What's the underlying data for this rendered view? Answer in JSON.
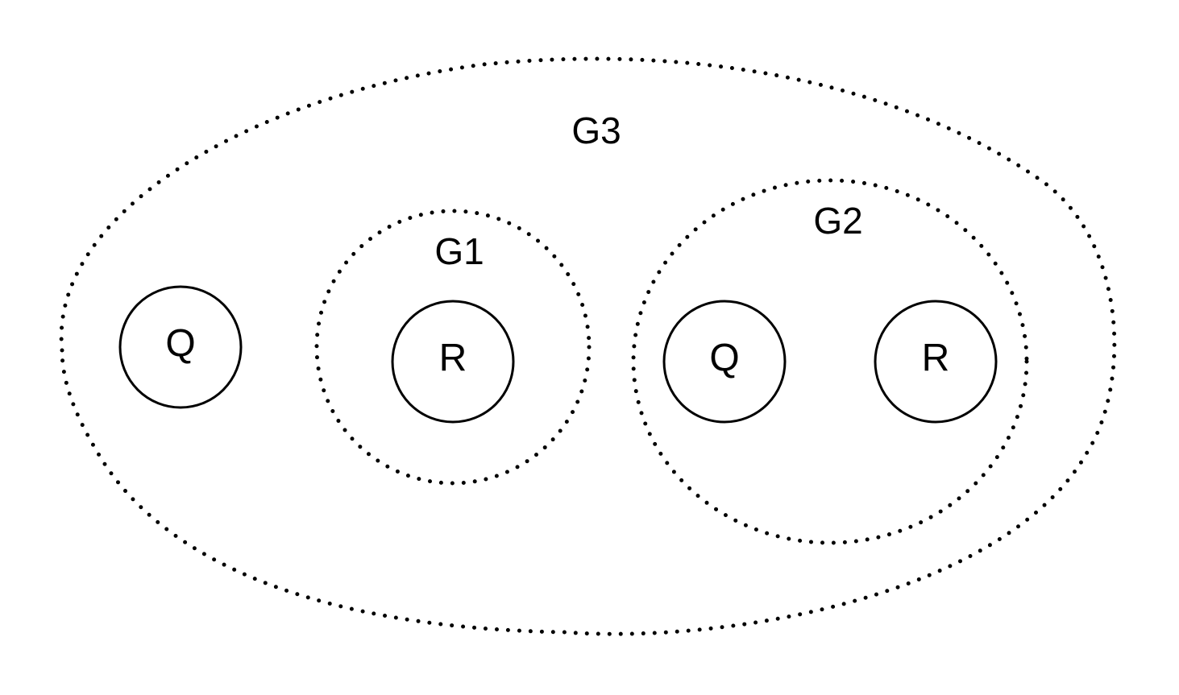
{
  "groups": {
    "g3": {
      "label": "G3"
    },
    "g1": {
      "label": "G1"
    },
    "g2": {
      "label": "G2"
    }
  },
  "nodes": [
    {
      "label": "Q"
    },
    {
      "label": "R"
    },
    {
      "label": "Q"
    },
    {
      "label": "R"
    }
  ]
}
